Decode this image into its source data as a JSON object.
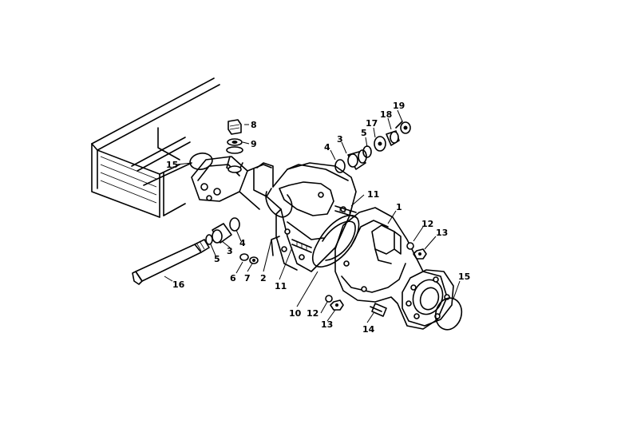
{
  "callouts": [
    {
      "id": "c8",
      "text": "8"
    },
    {
      "id": "c9",
      "text": "9"
    },
    {
      "id": "c15a",
      "text": "15"
    },
    {
      "id": "c4a",
      "text": "4"
    },
    {
      "id": "c3a",
      "text": "3"
    },
    {
      "id": "c5a",
      "text": "5"
    },
    {
      "id": "c17",
      "text": "17"
    },
    {
      "id": "c18",
      "text": "18"
    },
    {
      "id": "c19",
      "text": "19"
    },
    {
      "id": "c11a",
      "text": "11"
    },
    {
      "id": "c1",
      "text": "1"
    },
    {
      "id": "c12a",
      "text": "12"
    },
    {
      "id": "c13a",
      "text": "13"
    },
    {
      "id": "c15b",
      "text": "15"
    },
    {
      "id": "c4b",
      "text": "4"
    },
    {
      "id": "c5b",
      "text": "5"
    },
    {
      "id": "c3b",
      "text": "3"
    },
    {
      "id": "c6",
      "text": "6"
    },
    {
      "id": "c7",
      "text": "7"
    },
    {
      "id": "c16",
      "text": "16"
    },
    {
      "id": "c2",
      "text": "2"
    },
    {
      "id": "c11b",
      "text": "11"
    },
    {
      "id": "c10",
      "text": "10"
    },
    {
      "id": "c12b",
      "text": "12"
    },
    {
      "id": "c13b",
      "text": "13"
    },
    {
      "id": "c14",
      "text": "14"
    }
  ]
}
